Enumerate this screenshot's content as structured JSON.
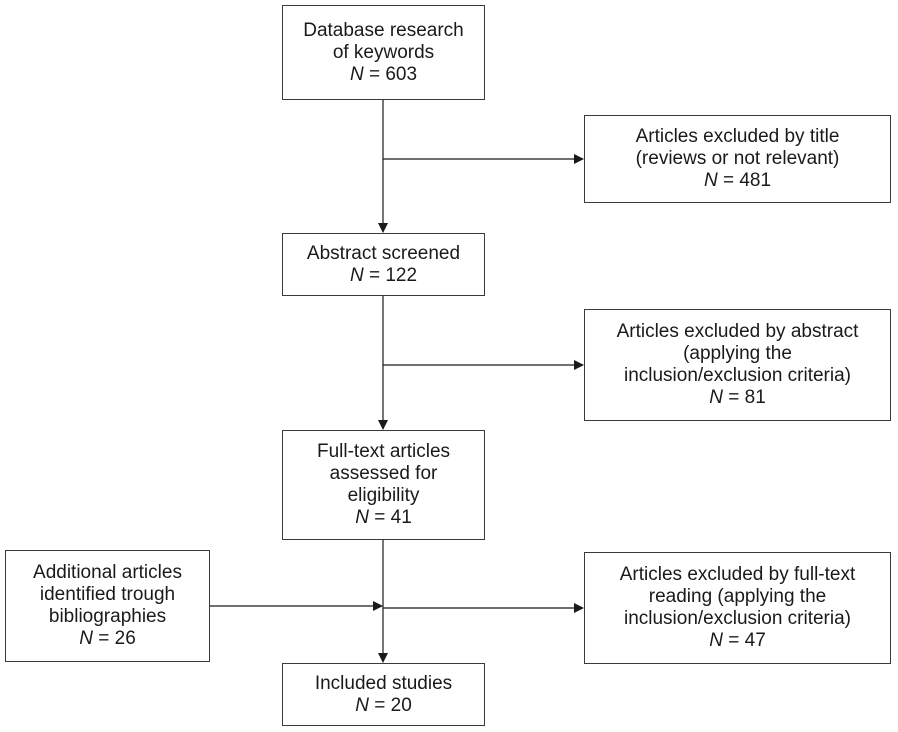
{
  "flowchart": {
    "database": {
      "lines": [
        "Database research",
        "of keywords"
      ],
      "count_label": "N",
      "count_value": " = 603"
    },
    "excluded_title": {
      "lines": [
        "Articles excluded by title",
        "(reviews or not relevant)"
      ],
      "count_label": "N",
      "count_value": " = 481"
    },
    "abstract": {
      "lines": [
        "Abstract screened"
      ],
      "count_label": "N",
      "count_value": " = 122"
    },
    "excluded_abstract": {
      "lines": [
        "Articles excluded by abstract",
        "(applying the",
        "inclusion/exclusion criteria)"
      ],
      "count_label": "N",
      "count_value": " = 81"
    },
    "fulltext": {
      "lines": [
        "Full-text articles",
        "assessed for",
        "eligibility"
      ],
      "count_label": "N",
      "count_value": " = 41"
    },
    "additional": {
      "lines": [
        "Additional articles",
        "identified trough",
        "bibliographies"
      ],
      "count_label": "N",
      "count_value": " = 26"
    },
    "excluded_fulltext": {
      "lines": [
        "Articles excluded by full-text",
        "reading (applying the",
        "inclusion/exclusion criteria)"
      ],
      "count_label": "N",
      "count_value": " = 47"
    },
    "included": {
      "lines": [
        "Included studies"
      ],
      "count_label": "N",
      "count_value": " = 20"
    }
  },
  "colors": {
    "line": "#1a1a1a",
    "border": "#3a3a3a",
    "text": "#1a1a1a",
    "background": "#ffffff"
  }
}
